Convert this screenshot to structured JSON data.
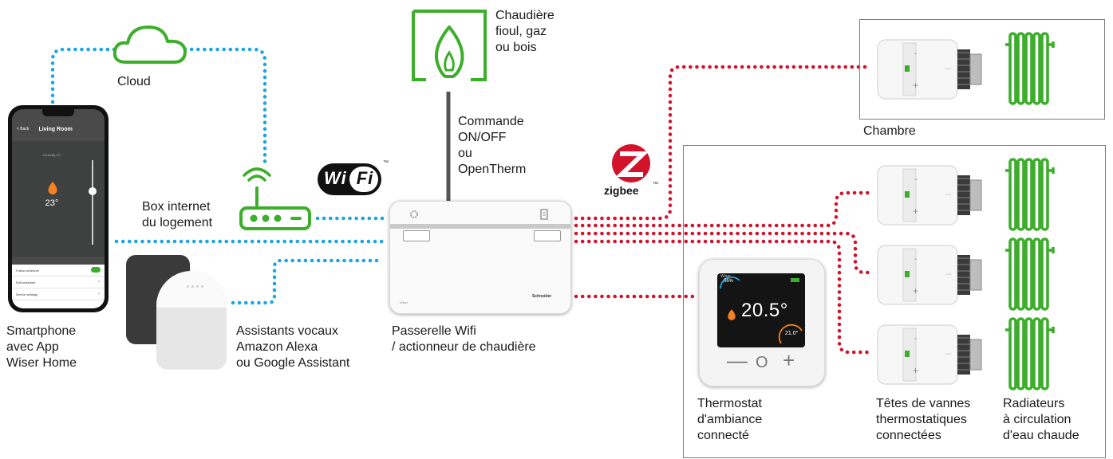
{
  "colors": {
    "wifi_link": "#1ba6df",
    "zigbee_link": "#d3132b",
    "wire": "#555555",
    "device_green": "#3dae2b"
  },
  "labels": {
    "cloud": "Cloud",
    "box_internet": "Box internet\ndu logement",
    "boiler": "Chaudière\nfioul, gaz\nou bois",
    "command": "Commande\nON/OFF\nou\nOpenTherm",
    "chambre": "Chambre",
    "smartphone": "Smartphone\navec App\nWiser Home",
    "assistants": "Assistants vocaux\nAmazon Alexa\nou Google Assistant",
    "gateway": "Passerelle Wifi\n/ actionneur de chaudière",
    "thermostat": "Thermostat\nd'ambiance\nconnecté",
    "valves": "Têtes de vannes\nthermostatiques\nconnectées",
    "radiators": "Radiateurs\nà circulation\nd'eau chaude"
  },
  "logos": {
    "wifi": "Wi Fi",
    "wifi_tm": "™",
    "zigbee": "zigbee",
    "zigbee_tm": "™"
  },
  "phone": {
    "back": "< Back",
    "room": "Living Room",
    "current": "Currently 21°",
    "temp": "23°",
    "menu": [
      "Follow schedule",
      "Edit schedule",
      "Device settings"
    ]
  },
  "gateway_device": {
    "brand_left": "Wiser",
    "brand_right": "Schneider"
  },
  "thermostat_device": {
    "brand": "Wiser",
    "humidity": "56%",
    "temp": "20.5°",
    "setpoint": "21.0°",
    "minus": "—",
    "o": "O",
    "plus": "+"
  },
  "valve": {
    "minus": "-",
    "plus": "+",
    "brand": "Wiser"
  }
}
